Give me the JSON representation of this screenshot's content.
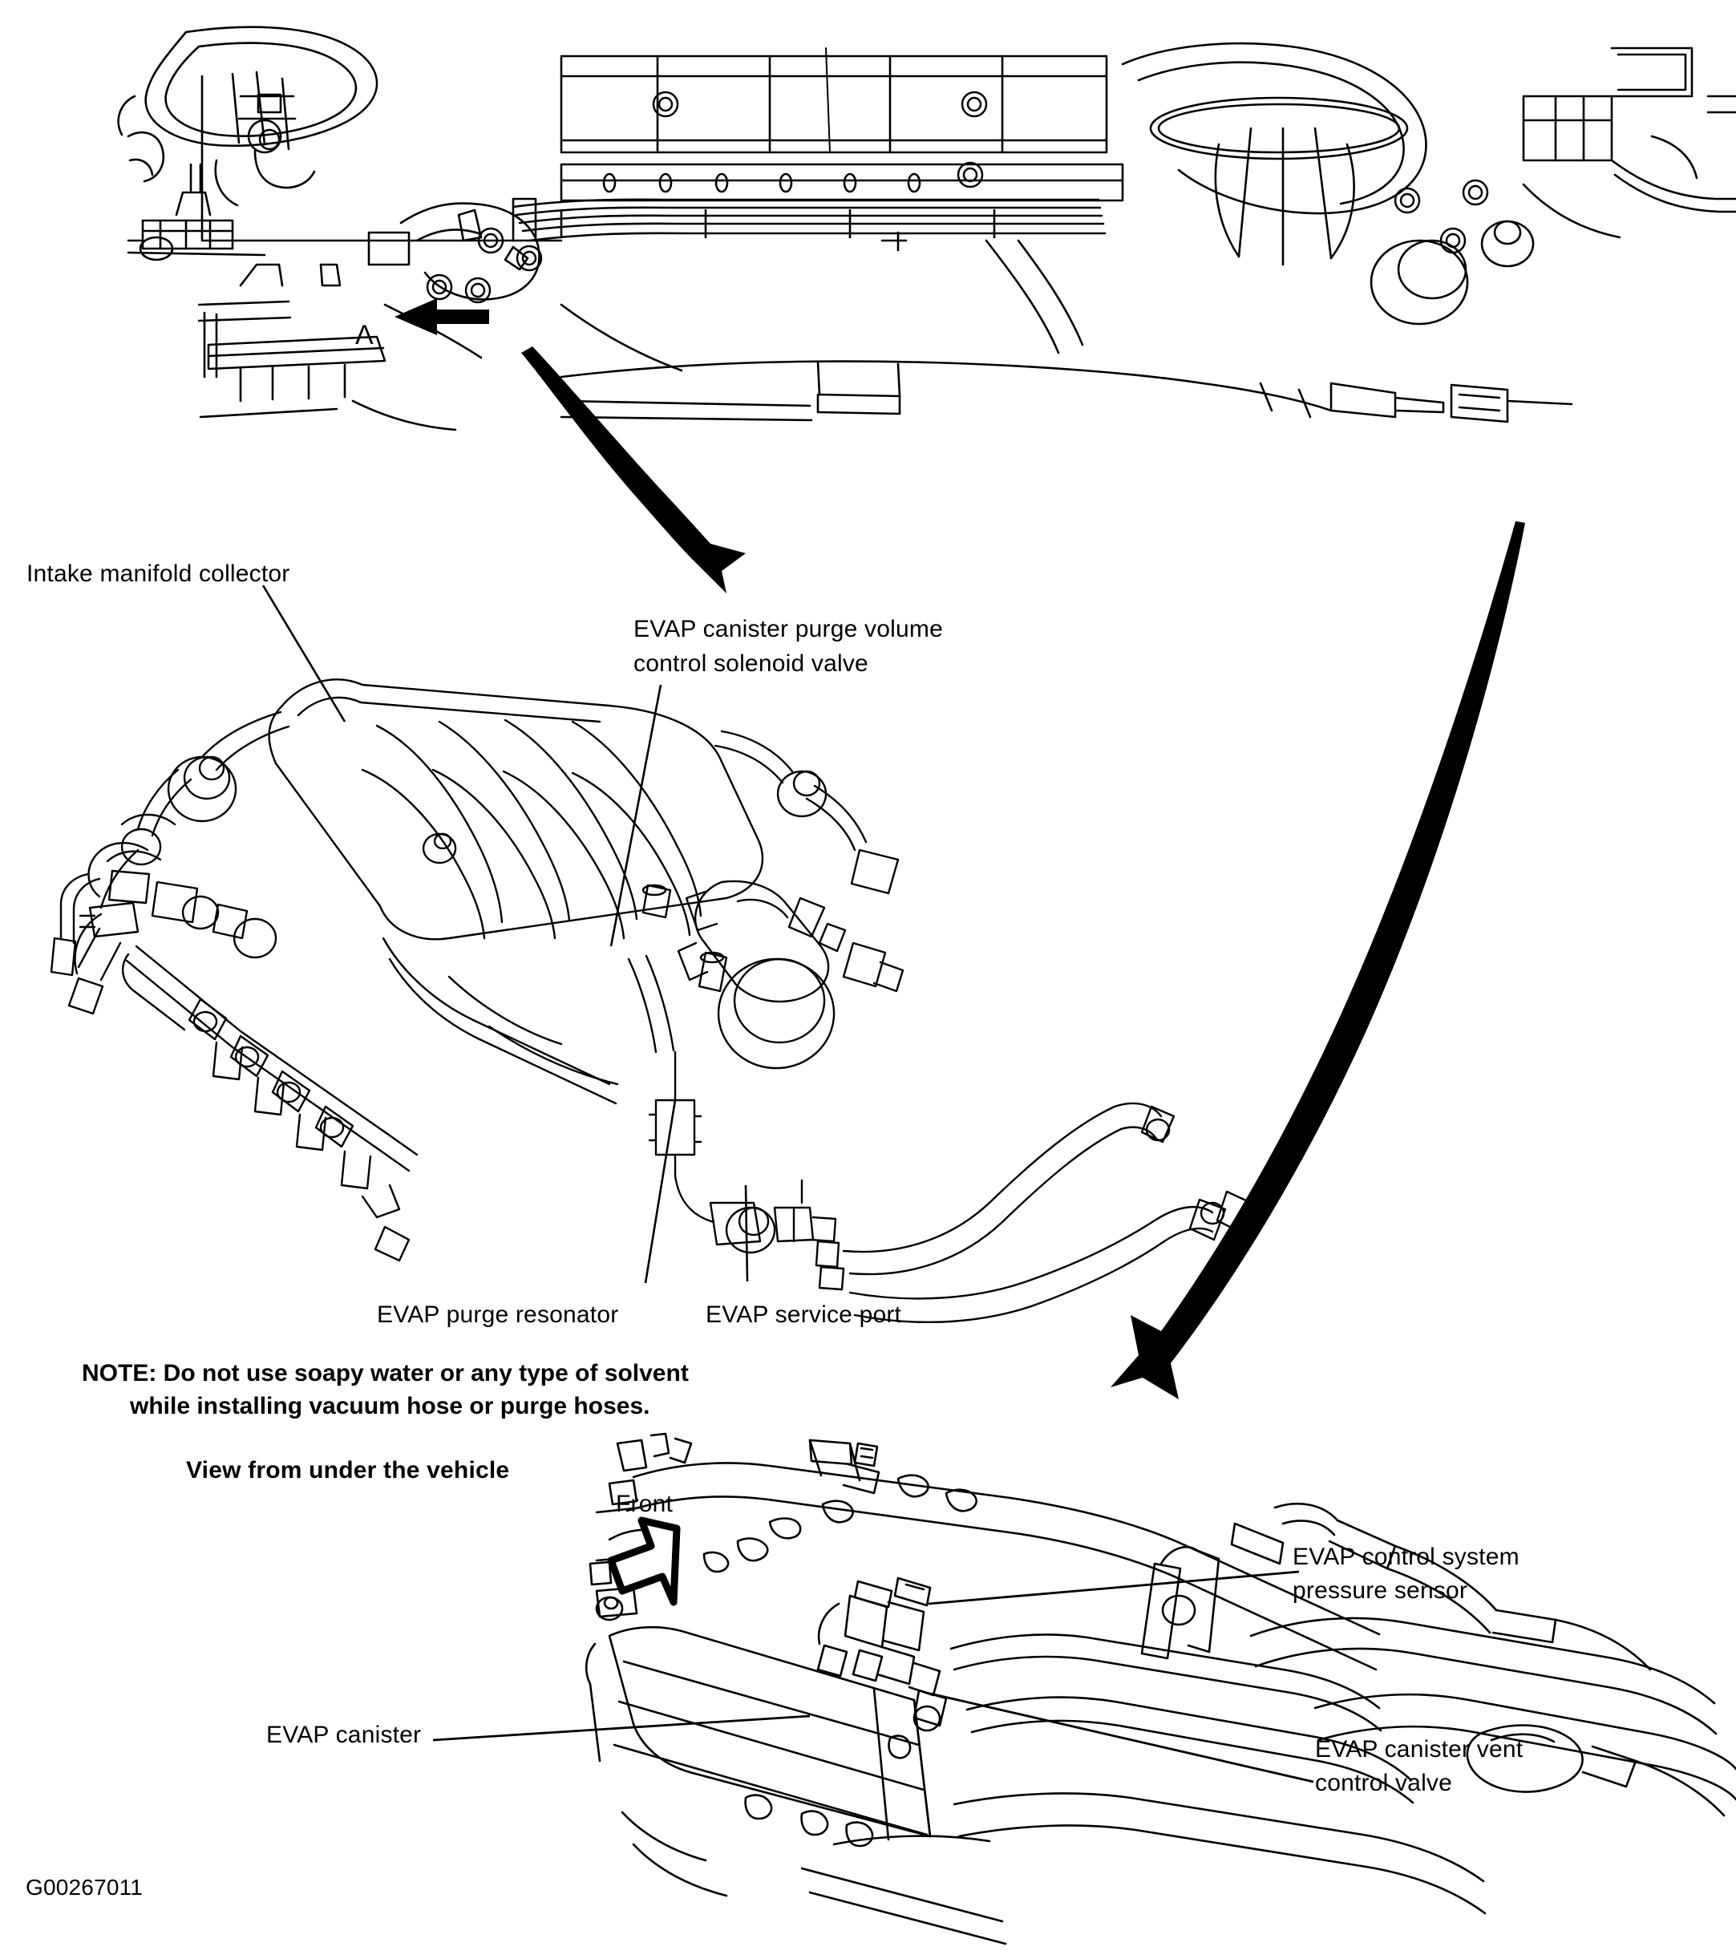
{
  "document": {
    "figure_code": "G00267011",
    "background_color": "#ffffff",
    "ink_color": "#000000"
  },
  "top_view": {
    "name": "vehicle-underbody-overview",
    "callout_letter": "A",
    "arrow": "solid-left-arrow"
  },
  "middle_view": {
    "name": "intake-manifold-assembly",
    "labels": {
      "intake_manifold_collector": "Intake manifold collector",
      "purge_volume_valve_line1": "EVAP canister purge volume",
      "purge_volume_valve_line2": "control solenoid valve",
      "purge_resonator": "EVAP purge resonator",
      "service_port": "EVAP service port"
    }
  },
  "note": {
    "prefix": "NOTE:",
    "line1": "Do not use soapy water or any type of solvent",
    "line2": "while installing vacuum hose or purge hoses."
  },
  "bottom_view": {
    "name": "under-vehicle-evap-canister-view",
    "heading": "View from under the vehicle",
    "direction_marker": "Front",
    "labels": {
      "pressure_sensor_line1": "EVAP control system",
      "pressure_sensor_line2": "pressure sensor",
      "canister": "EVAP canister",
      "vent_control_valve_line1": "EVAP canister vent",
      "vent_control_valve_line2": "control valve"
    }
  }
}
